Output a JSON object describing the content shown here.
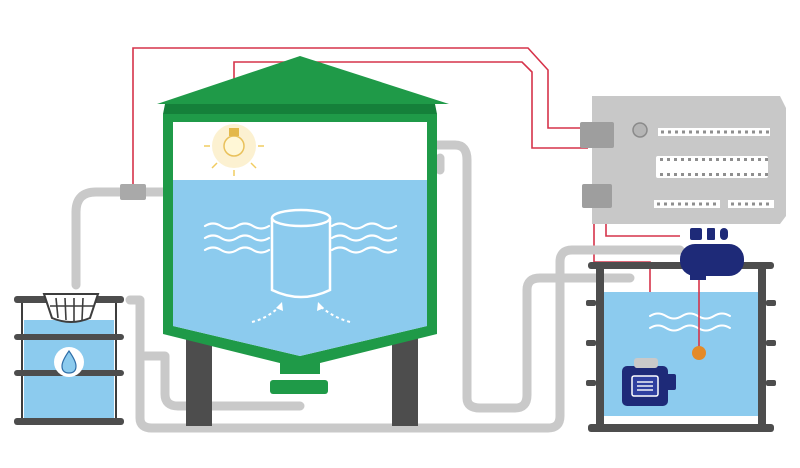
{
  "colors": {
    "pipe": "#c9c9c9",
    "pipe_dark": "#a9a9a9",
    "wire": "#d6334a",
    "tank_green": "#1f9a48",
    "tank_green_dark": "#15803a",
    "water": "#8ccbee",
    "water_wave": "#ffffff",
    "frame": "#4d4d4d",
    "board": "#c8c8c8",
    "board_dark": "#9e9e9e",
    "pump": "#1e2a78",
    "float_ball": "#e48a27",
    "bulb": "#f6d77a"
  },
  "components": [
    {
      "name": "main-tank",
      "icon": "hopper-tank"
    },
    {
      "name": "light-bulb",
      "icon": "bulb-icon"
    },
    {
      "name": "inner-filter",
      "icon": "cylinder-filter"
    },
    {
      "name": "water-barrel",
      "icon": "barrel-with-drop-icon"
    },
    {
      "name": "sump-tank",
      "icon": "open-tank"
    },
    {
      "name": "microcontroller-board",
      "icon": "circuit-board"
    },
    {
      "name": "air-pump",
      "icon": "air-pump-icon"
    },
    {
      "name": "submersible-pump",
      "icon": "pump-icon"
    },
    {
      "name": "float-sensor",
      "icon": "float-ball"
    },
    {
      "name": "flow-sensor",
      "icon": "inline-sensor"
    }
  ]
}
